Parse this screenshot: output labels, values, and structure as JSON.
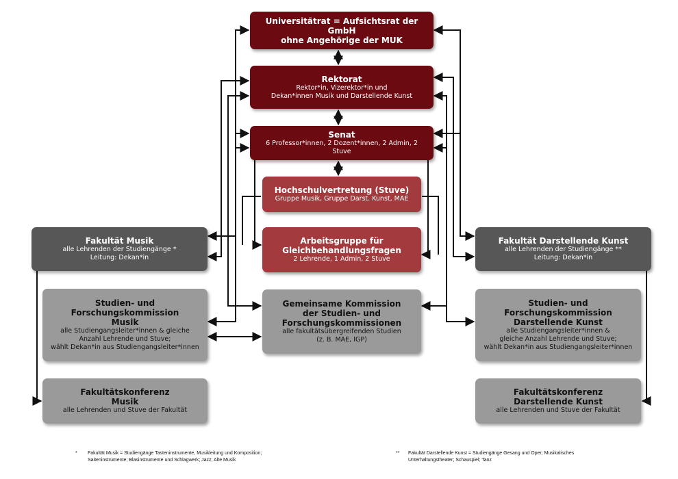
{
  "colors": {
    "maroon": "#6b0b11",
    "red": "#a33a3e",
    "dark_gray": "#575757",
    "gray": "#9a9a9a",
    "line": "#111111"
  },
  "nodes": {
    "unirat": {
      "title": "Universitätrat = Aufsichtsrat der GmbH\nohne Angehörige der MUK",
      "sub": ""
    },
    "rektorat": {
      "title": "Rektorat",
      "sub": "Rektor*in, Vizerektor*in und\nDekan*innen Musik und Darstellende Kunst"
    },
    "senat": {
      "title": "Senat",
      "sub": "6 Professor*innen, 2 Dozent*innen, 2 Admin, 2 Stuve"
    },
    "hochschulvertretung": {
      "title": "Hochschulvertretung (Stuve)",
      "sub": "Gruppe Musik, Gruppe Darst. Kunst, MAE"
    },
    "arbeitsgruppe": {
      "title": "Arbeitsgruppe für\nGleichbehandlungsfragen",
      "sub": "2 Lehrende, 1 Admin, 2 Stuve"
    },
    "fakultaet_musik": {
      "title": "Fakultät Musik",
      "sub": "alle Lehrenden der Studiengänge *\nLeitung: Dekan*in"
    },
    "fakultaet_dk": {
      "title": "Fakultät Darstellende Kunst",
      "sub": "alle Lehrenden der Studiengänge **\nLeitung: Dekan*in"
    },
    "sfk_musik": {
      "title": "Studien- und\nForschungskommission\nMusik",
      "sub": "alle Studiengangsleiter*innen & gleiche\nAnzahl Lehrende und Stuve;\nwählt Dekan*in aus Studiengangsleiter*innen"
    },
    "gemeinsame": {
      "title": "Gemeinsame Kommission\nder Studien- und\nForschungskommissionen",
      "sub": "alle fakultätsübergreifenden Studien\n(z. B. MAE, IGP)"
    },
    "sfk_dk": {
      "title": "Studien- und\nForschungskommission\nDarstellende Kunst",
      "sub": "alle Studiengangsleiter*innen &\ngleiche Anzahl Lehrende und Stuve;\nwählt Dekan*in aus Studiengangsleiter*innen"
    },
    "fk_musik": {
      "title": "Fakultätskonferenz\nMusik",
      "sub": "alle Lehrenden und Stuve der Fakultät"
    },
    "fk_dk": {
      "title": "Fakultätskonferenz\nDarstellende Kunst",
      "sub": "alle Lehrenden und Stuve der Fakultät"
    }
  },
  "footnotes": {
    "musik": {
      "marker": "*",
      "text": "Fakultät Musik = Studiengänge Tasteninstrumente, Musikleitung und Komposition;\nSaiteninstrumente; Blasinstrumente und Schlagwerk; Jazz; Alte Musik"
    },
    "dk": {
      "marker": "**",
      "text": "Fakultät Darstellende Kunst = Studiengänge Gesang und Oper; Musikalisches\nUnterhaltungstheater; Schauspiel; Tanz"
    }
  }
}
